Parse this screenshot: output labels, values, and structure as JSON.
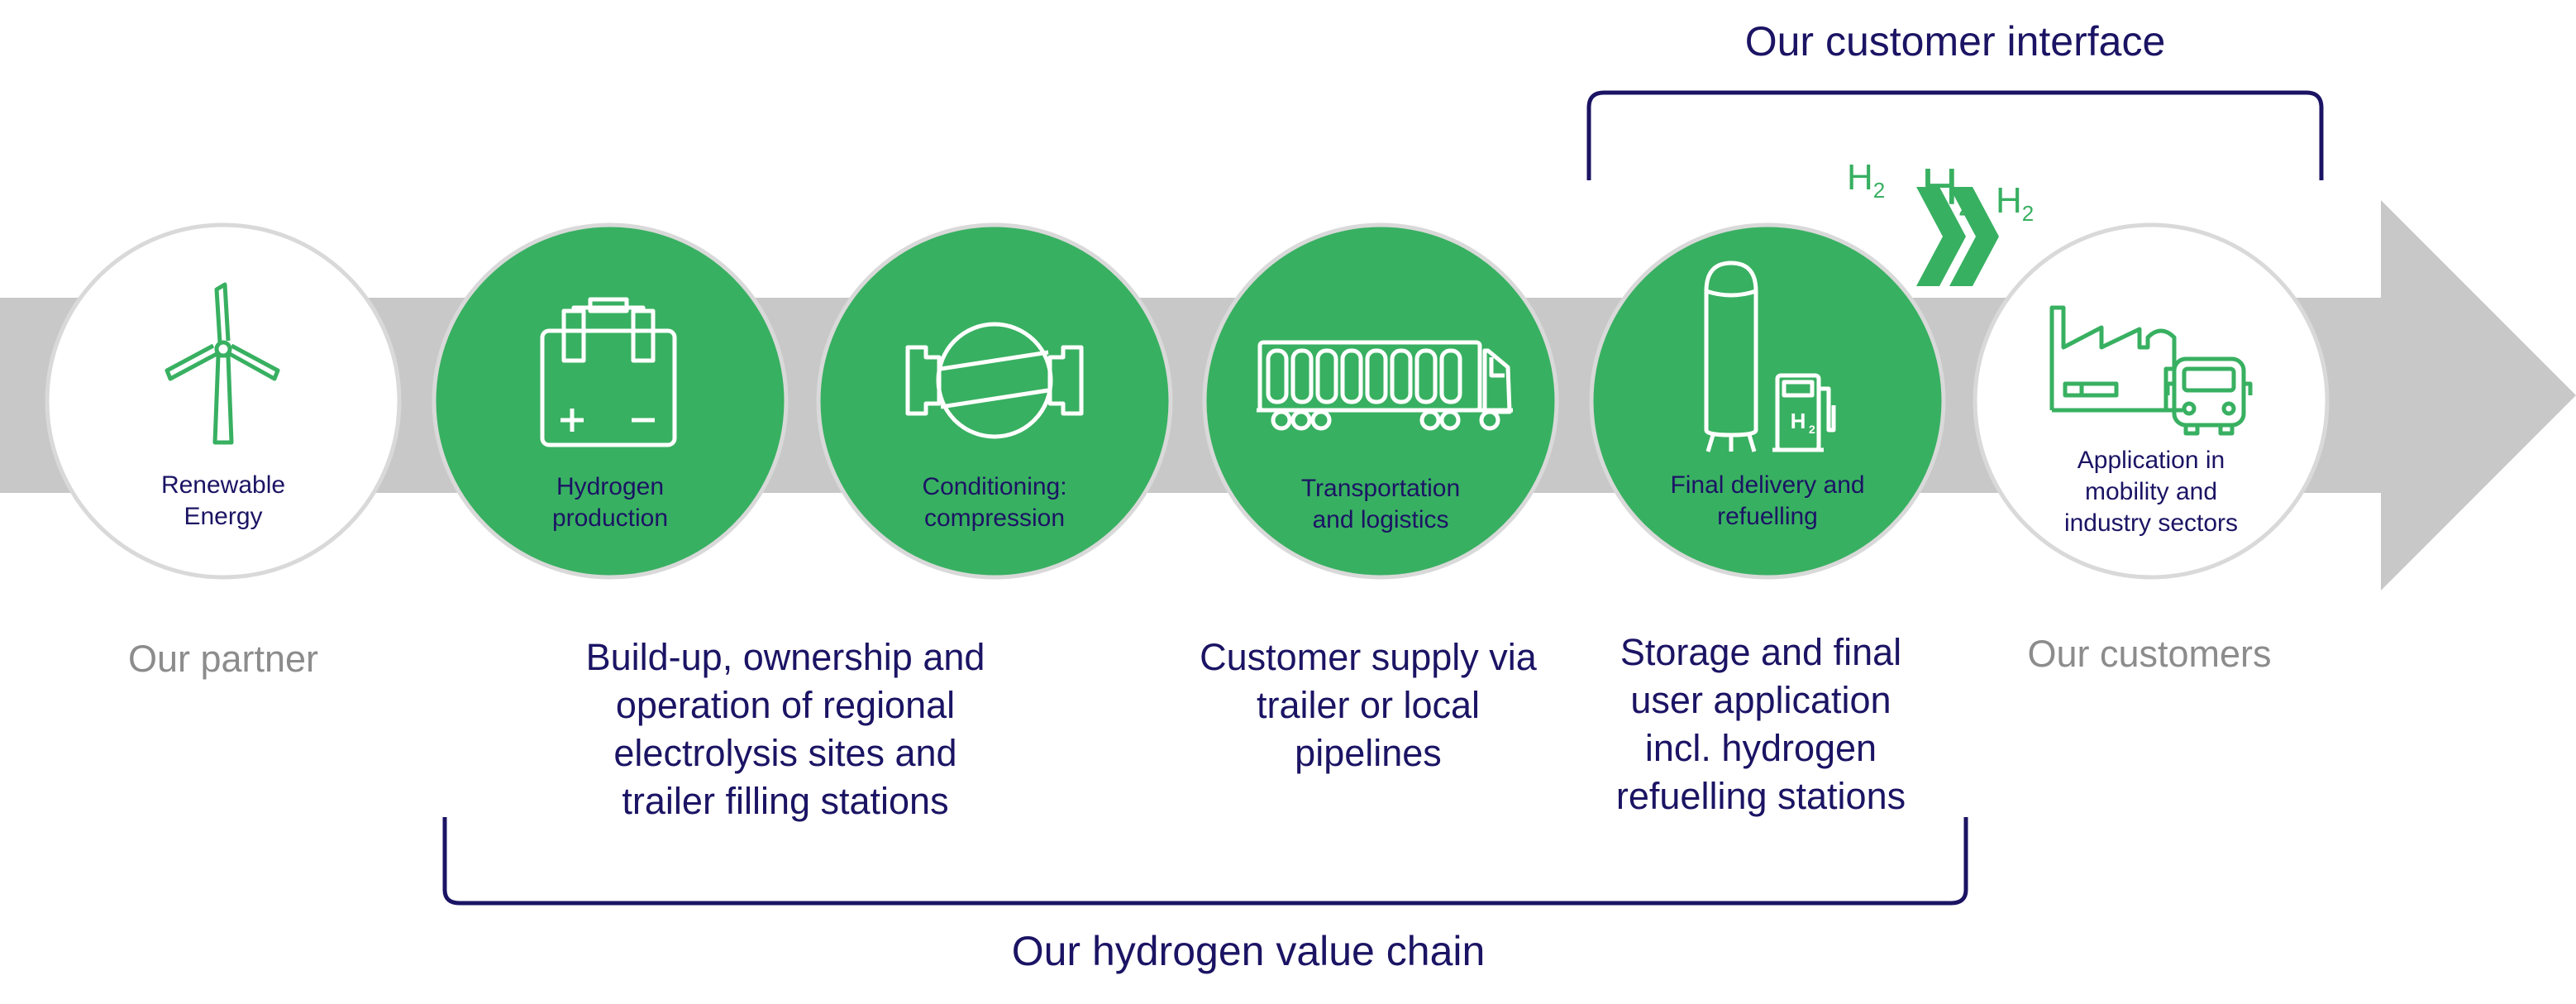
{
  "colors": {
    "green": "#38b061",
    "navy": "#1b1464",
    "arrow_grey": "#c8c8c8",
    "circle_border": "#d9d9d9",
    "muted_text": "#8c8c8c"
  },
  "header": {
    "customer_interface": "Our customer interface",
    "h2_labels": [
      "H",
      "H",
      "H"
    ],
    "h2_subscript": "2"
  },
  "stages": [
    {
      "id": "renewable",
      "label": "Renewable\nEnergy",
      "icon": "wind-turbine-icon"
    },
    {
      "id": "production",
      "label": "Hydrogen\nproduction",
      "icon": "electrolyser-battery-icon"
    },
    {
      "id": "compression",
      "label": "Conditioning:\ncompression",
      "icon": "compressor-icon"
    },
    {
      "id": "transport",
      "label": "Transportation\nand logistics",
      "icon": "trailer-truck-icon"
    },
    {
      "id": "delivery",
      "label": "Final delivery and\nrefuelling",
      "icon": "storage-tank-dispenser-icon"
    },
    {
      "id": "application",
      "label": "Application in\nmobility and\nindustry sectors",
      "icon": "factory-bus-icon"
    }
  ],
  "captions": {
    "partner": "Our partner",
    "customers": "Our customers",
    "buildup": "Build-up, ownership and\noperation of regional\nelectrolysis sites and\ntrailer filling stations",
    "supply": "Customer supply via\ntrailer or local\npipelines",
    "storage": "Storage and final\nuser application\nincl. hydrogen\nrefuelling stations"
  },
  "footer": {
    "value_chain": "Our hydrogen value chain"
  }
}
